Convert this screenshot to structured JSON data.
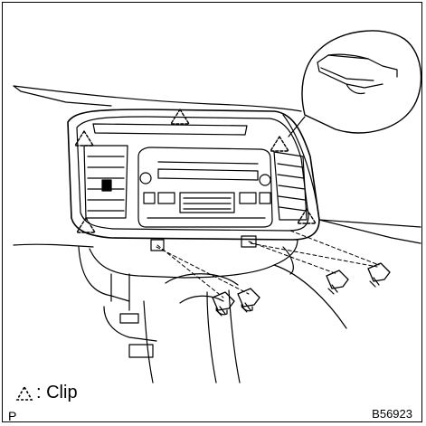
{
  "legend": {
    "symbol": "clip-triangle-icon",
    "label": ": Clip"
  },
  "corner_label": "P",
  "figure_code": "B56923",
  "colors": {
    "line": "#000000",
    "background": "#ffffff"
  }
}
